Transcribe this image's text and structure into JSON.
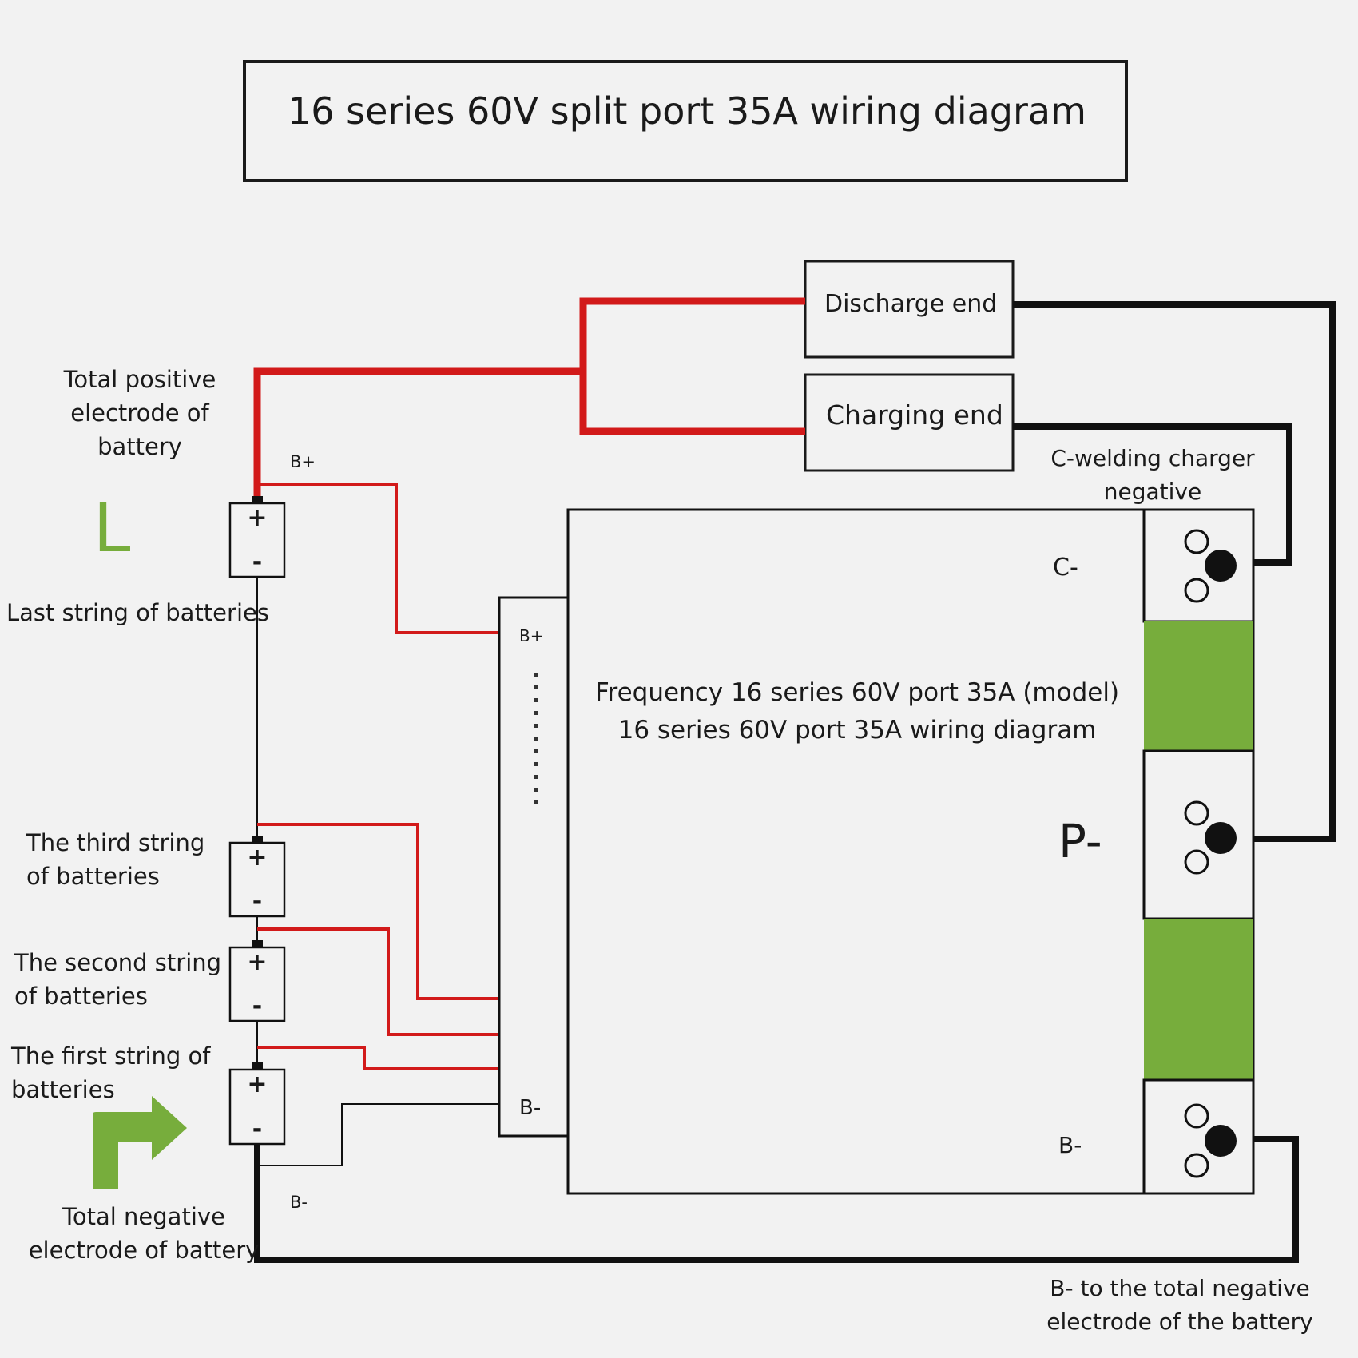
{
  "title": "16 series 60V split port 35A wiring diagram",
  "terminals": {
    "discharge": "Discharge end",
    "charging": "Charging end"
  },
  "labels": {
    "total_positive": [
      "Total positive",
      "electrode of",
      "battery"
    ],
    "L": "L",
    "last_string": "Last string of batteries",
    "third_string": [
      "The third string",
      "of batteries"
    ],
    "second_string": [
      "The second string",
      "of batteries"
    ],
    "first_string": [
      "The first string of",
      "batteries"
    ],
    "total_negative": [
      "Total negative",
      "electrode of battery"
    ],
    "bplus_top": "B+",
    "bminus_bottom": "B-",
    "c_welding": [
      "C-welding charger",
      "negative"
    ],
    "b_minus_to_total": [
      "B- to the total negative",
      "electrode of the battery"
    ]
  },
  "connector": {
    "bplus": "B+",
    "bminus": "B-"
  },
  "board": {
    "line1": "Frequency 16 series 60V port 35A (model)",
    "line2": "16 series 60V port 35A wiring diagram",
    "c_minus": "C-",
    "p_minus": "P-",
    "b_minus": "B-"
  },
  "battery": {
    "plus": "+",
    "minus": "-"
  },
  "colors": {
    "red_wire": "#d21a1a",
    "black_wire": "#111111",
    "green": "#77ad3c",
    "background": "#f2f2f2"
  }
}
